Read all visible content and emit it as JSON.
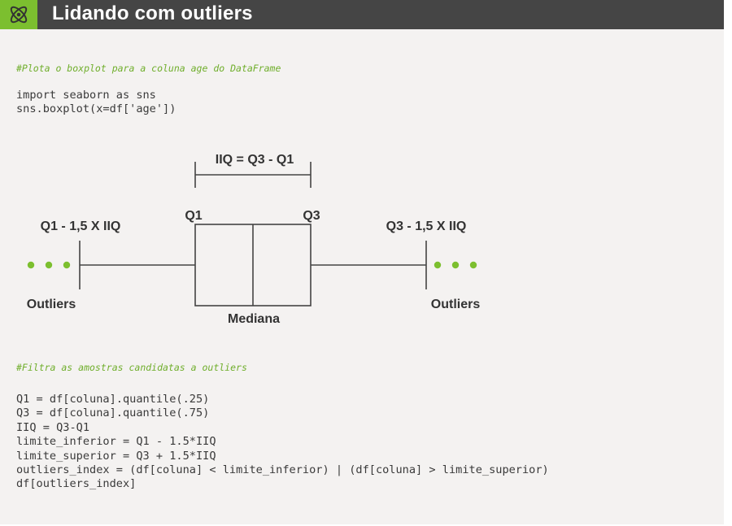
{
  "header": {
    "title": "Lidando com outliers",
    "logo_icon": "atom-icon",
    "accent_color": "#7cbf2f",
    "bar_color": "#454545"
  },
  "section1": {
    "comment": "#Plota o boxplot para a coluna age do DataFrame",
    "code_lines": [
      "import seaborn as sns",
      "sns.boxplot(x=df['age'])"
    ]
  },
  "diagram": {
    "iiq_label": "IIQ = Q3 - Q1",
    "q1_label": "Q1",
    "q3_label": "Q3",
    "lower_fence_label": "Q1 - 1,5 X IIQ",
    "upper_fence_label": "Q3 - 1,5 X IIQ",
    "left_outliers_label": "Outliers",
    "right_outliers_label": "Outliers",
    "median_label": "Mediana",
    "dot_color": "#7cbf2f"
  },
  "section2": {
    "comment": "#Filtra as amostras candidatas a outliers",
    "code_lines": [
      "Q1 = df[coluna].quantile(.25)",
      "Q3 = df[coluna].quantile(.75)",
      "IIQ = Q3-Q1",
      "limite_inferior = Q1 - 1.5*IIQ",
      "limite_superior = Q3 + 1.5*IIQ",
      "outliers_index = (df[coluna] < limite_inferior) | (df[coluna] > limite_superior)",
      "df[outliers_index]"
    ]
  }
}
